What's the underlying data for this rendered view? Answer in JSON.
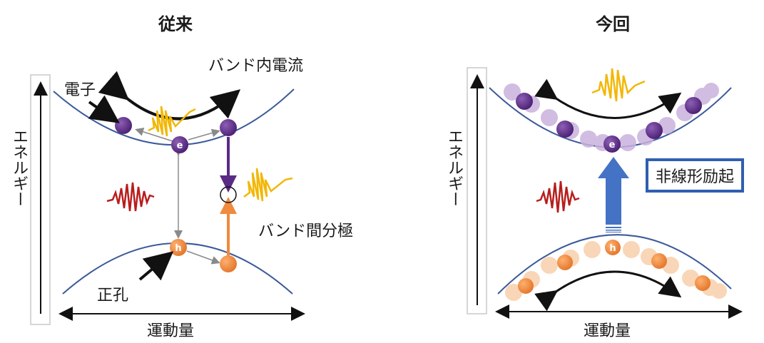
{
  "left_panel": {
    "title": "従来",
    "axis_y": "エネルギー",
    "axis_x": "運動量",
    "label_intraband": "バンド内電流",
    "label_electron": "電子",
    "label_hole": "正孔",
    "label_interband": "バンド間分極",
    "electron_symbol": "e",
    "hole_symbol": "h"
  },
  "right_panel": {
    "title": "今回",
    "axis_y": "エネルギー",
    "axis_x": "運動量",
    "label_excitation": "非線形励起",
    "electron_symbol": "e",
    "hole_symbol": "h"
  },
  "colors": {
    "band_curve": "#3b5a9a",
    "electron": "#5b2a86",
    "electron_light": "#c9b2dd",
    "hole": "#f08a3c",
    "hole_light": "#f9d2b0",
    "pulse_yellow": "#f2b705",
    "pulse_red": "#b81d1d",
    "excitation_arrow": "#4472c4",
    "box_border": "#2f5fb0"
  }
}
